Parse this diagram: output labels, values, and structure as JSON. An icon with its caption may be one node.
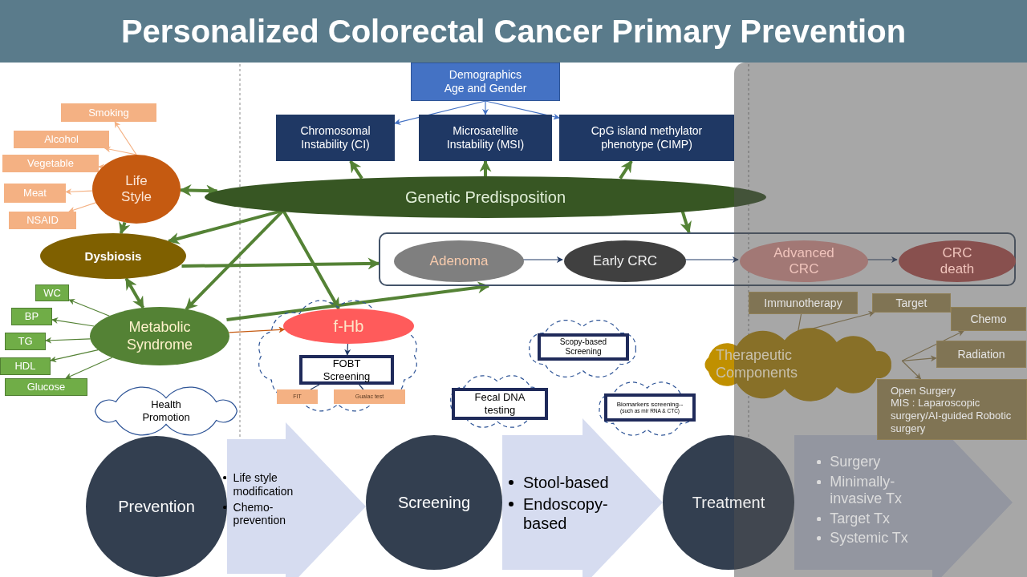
{
  "diagram": {
    "title": "Personalized Colorectal Cancer Primary Prevention",
    "nodes": [
      {
        "text": [
          "Demographics",
          "Age and Gender"
        ]
      },
      {
        "text": [
          "Chromosomal Instability (CI)"
        ]
      },
      {
        "text": [
          "Microsatellite Instability (MSI)"
        ]
      },
      {
        "text": [
          "CpG island methylator phenotype (CIMP)"
        ]
      },
      {
        "text": [
          "Smoking"
        ]
      },
      {
        "text": [
          "Alcohol"
        ]
      },
      {
        "text": [
          "Vegetable"
        ]
      },
      {
        "text": [
          "Meat"
        ]
      },
      {
        "text": [
          "NSAID"
        ]
      },
      {
        "text": [
          "Life Style"
        ]
      },
      {
        "text": [
          "Genetic Predisposition"
        ]
      },
      {
        "text": [
          "Dysbiosis"
        ]
      },
      {
        "text": [],
        "shape": "box"
      },
      {
        "text": [
          "Adenoma"
        ],
        "in": 12
      },
      {
        "text": [
          "Early CRC"
        ],
        "in": 12
      },
      {
        "text": [
          "Advanced CRC"
        ],
        "in": 12
      },
      {
        "text": [
          "CRC death"
        ],
        "in": 12
      },
      {
        "text": [
          "WC"
        ]
      },
      {
        "text": [
          "BP"
        ]
      },
      {
        "text": [
          "TG"
        ]
      },
      {
        "text": [
          "HDL"
        ]
      },
      {
        "text": [
          "Glucose"
        ]
      },
      {
        "text": [
          "Metabolic Syndrome"
        ]
      },
      {
        "text": [],
        "shape": "cloud"
      },
      {
        "text": [
          "f-Hb"
        ],
        "in": 23
      },
      {
        "text": [
          "FOBT Screening"
        ],
        "in": 23
      },
      {
        "text": [
          "FIT"
        ],
        "in": 23
      },
      {
        "text": [
          "Guaiac test"
        ],
        "in": 23
      },
      {
        "text": [
          "Health Promotion"
        ]
      },
      {
        "text": [],
        "shape": "cloud"
      },
      {
        "text": [
          "Scopy-based Screening"
        ],
        "in": 29
      },
      {
        "text": [],
        "shape": "cloud"
      },
      {
        "text": [
          "Fecal DNA testing"
        ],
        "in": 31
      },
      {
        "text": [],
        "shape": "cloud"
      },
      {
        "text": [
          "Biomarkers screening--",
          "(such as mir RNA & CTC)"
        ],
        "in": 33
      },
      {
        "text": [
          "Therapeutic Components"
        ]
      },
      {
        "text": [
          "Immunotherapy"
        ]
      },
      {
        "text": [
          "Target"
        ]
      },
      {
        "text": [
          "Chemo"
        ]
      },
      {
        "text": [
          "Radiation"
        ]
      },
      {
        "text": [
          "Open Surgery",
          "MIS : Laparoscopic surgery/AI-guided Robotic surgery"
        ]
      },
      {
        "text": [
          "Prevention"
        ],
        "beside": [
          "Life style modification",
          "Chemo-prevention"
        ]
      },
      {
        "text": [
          "Screening"
        ],
        "beside": [
          "Stool-based",
          "Endoscopy-based"
        ]
      },
      {
        "text": [
          "Treatment"
        ],
        "beside": [
          "Surgery",
          "Minimally-invasive Tx",
          "Target Tx",
          "Systemic Tx"
        ]
      }
    ],
    "edges": [
      {
        "from": 0,
        "to": 1,
        "arrow": "to",
        "color": "#4472c4"
      },
      {
        "from": 0,
        "to": 2,
        "arrow": "to",
        "color": "#4472c4"
      },
      {
        "from": 0,
        "to": 3,
        "arrow": "to",
        "color": "#4472c4"
      },
      {
        "from": 9,
        "to": 4,
        "arrow": "to",
        "color": "#f4b183"
      },
      {
        "from": 9,
        "to": 5,
        "arrow": "to",
        "color": "#f4b183"
      },
      {
        "from": 9,
        "to": 6,
        "arrow": "to",
        "color": "#f4b183"
      },
      {
        "from": 9,
        "to": 7,
        "arrow": "to",
        "color": "#f4b183"
      },
      {
        "from": 9,
        "to": 8,
        "arrow": "to",
        "color": "#f4b183"
      },
      {
        "from": 9,
        "to": 10,
        "arrow": "both",
        "style": "thick"
      },
      {
        "from": 9,
        "to": 11,
        "arrow": "to",
        "style": "thick"
      },
      {
        "from": 10,
        "to": 11,
        "arrow": "to",
        "style": "thick"
      },
      {
        "from": 10,
        "to": 22,
        "arrow": "to",
        "style": "thick"
      },
      {
        "from": 10,
        "to": 24,
        "arrow": "to",
        "style": "thick"
      },
      {
        "from": 10,
        "to": 1,
        "arrow": "to",
        "style": "thick"
      },
      {
        "from": 10,
        "to": 2,
        "arrow": "to",
        "style": "thick"
      },
      {
        "from": 10,
        "to": 3,
        "arrow": "to",
        "style": "thick"
      },
      {
        "from": 10,
        "to": 12,
        "arrow": "to",
        "style": "thick"
      },
      {
        "from": 11,
        "to": 12,
        "arrow": "to",
        "style": "thick"
      },
      {
        "from": 22,
        "to": 12,
        "arrow": "to",
        "style": "thick"
      },
      {
        "from": 11,
        "to": 22,
        "arrow": "both",
        "style": "thick"
      },
      {
        "from": 13,
        "to": 14,
        "arrow": "to",
        "color": "#1f3864"
      },
      {
        "from": 14,
        "to": 15,
        "arrow": "to",
        "color": "#1f3864"
      },
      {
        "from": 15,
        "to": 16,
        "arrow": "to",
        "color": "#1f3864"
      },
      {
        "from": 22,
        "to": 17,
        "arrow": "to"
      },
      {
        "from": 22,
        "to": 18,
        "arrow": "to"
      },
      {
        "from": 22,
        "to": 19,
        "arrow": "to"
      },
      {
        "from": 22,
        "to": 20,
        "arrow": "to"
      },
      {
        "from": 22,
        "to": 21,
        "arrow": "to"
      },
      {
        "from": 22,
        "to": 24,
        "arrow": "to",
        "color": "#c55a11"
      },
      {
        "from": 24,
        "to": 25,
        "arrow": "to",
        "color": "#1f3864"
      },
      {
        "from": 25,
        "to": 26,
        "arrow": "none",
        "color": "#1f3864"
      },
      {
        "from": 25,
        "to": 27,
        "arrow": "none",
        "color": "#1f3864"
      },
      {
        "from": 35,
        "to": 36,
        "arrow": "none",
        "color": "#a08850"
      },
      {
        "from": 35,
        "to": 37,
        "arrow": "to",
        "color": "#a08850"
      },
      {
        "from": 35,
        "to": 38,
        "arrow": "to",
        "color": "#a08850"
      },
      {
        "from": 35,
        "to": 39,
        "arrow": "to",
        "color": "#a08850"
      },
      {
        "from": 35,
        "to": 40,
        "arrow": "to",
        "color": "#a08850"
      },
      {
        "from": 41,
        "to": 42,
        "arrow": "to",
        "style": "thick",
        "color": "#d6dcf0"
      },
      {
        "from": 42,
        "to": 43,
        "arrow": "to",
        "style": "thick",
        "color": "#d6dcf0"
      },
      {
        "from": 43,
        "to": null,
        "arrow": "to",
        "style": "thick",
        "color": "#d6dcf0"
      }
    ]
  }
}
